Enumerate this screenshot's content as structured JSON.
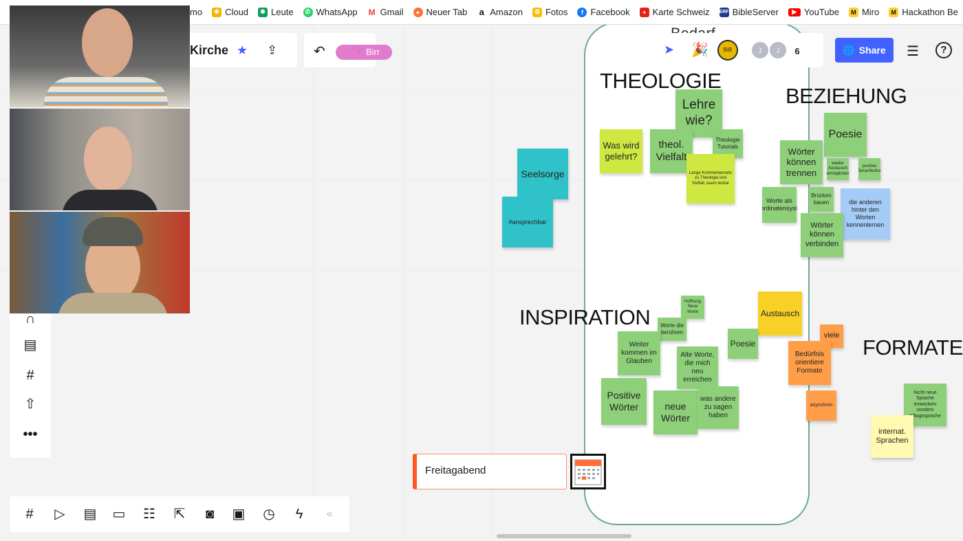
{
  "bookmarks": [
    {
      "label": "mo",
      "icon": "partial-icon",
      "color": "#777777"
    },
    {
      "label": "Cloud",
      "icon": "pinwheel-icon",
      "color": "#f4b400"
    },
    {
      "label": "Leute",
      "icon": "pinwheel-icon",
      "color": "#0f9d58"
    },
    {
      "label": "WhatsApp",
      "icon": "whatsapp-icon",
      "color": "#25d366"
    },
    {
      "label": "Gmail",
      "icon": "gmail-icon",
      "color": "#ea4335"
    },
    {
      "label": "Neuer Tab",
      "icon": "firefox-icon",
      "color": "#ff7139"
    },
    {
      "label": "Amazon",
      "icon": "amazon-icon",
      "color": "#111111"
    },
    {
      "label": "Fotos",
      "icon": "photos-icon",
      "color": "#fbbc04"
    },
    {
      "label": "Facebook",
      "icon": "facebook-icon",
      "color": "#1877f2"
    },
    {
      "label": "Karte Schweiz",
      "icon": "swiss-icon",
      "color": "#e2231a"
    },
    {
      "label": "BibleServer",
      "icon": "erf-icon",
      "color": "#1f3a8a"
    },
    {
      "label": "YouTube",
      "icon": "youtube-icon",
      "color": "#ff0000"
    },
    {
      "label": "Miro",
      "icon": "miro-icon",
      "color": "#ffd02f"
    },
    {
      "label": "Hackathon Be",
      "icon": "miro-icon",
      "color": "#ffd02f"
    }
  ],
  "board": {
    "title": "Kirche",
    "cursor_label": "Birr",
    "frame_title": "Bedarf",
    "collaborator_initials": [
      "J",
      "J"
    ],
    "collaborator_count": "6",
    "share_label": "Share",
    "brand_color": "#4262ff"
  },
  "headings": {
    "theologie": "THEOLOGIE",
    "beziehung": "BEZIEHUNG",
    "inspiration": "INSPIRATION",
    "formate": "FORMATE"
  },
  "notes": {
    "seelsorge": "Seelsorge",
    "ansprechbar": "#ansprechbar",
    "lehre": "Lehre wie?",
    "was_wird": "Was wird gelehrt?",
    "vielfalt": "theol. Vielfalt",
    "tutorials": "Theologie Tutorials",
    "yellow_small": "Lange Kommentarnotiz zu Theologie und Vielfalt, kaum lesbar",
    "poesie_b": "Poesie",
    "woerter_trennen": "Wörter können trennen",
    "austausch_small": "wieder Austausch ermöglichen",
    "sprache_small": "positive Sprachkultur",
    "worte_koord": "Worte als Koordinatensystem",
    "bruecken": "Brücken bauen",
    "andere": "die anderen hinter den Worten kennenlernen",
    "verbinden": "Wörter können verbinden",
    "austausch": "Austausch",
    "neue_tiny": "Hoffnung Neue Worte",
    "worte_beruehren": "Worte die berühren",
    "poesie_i": "Poesie",
    "weiter": "Weiter kommen im Glauben",
    "alte_worte": "Alte Worte, die mich neu erreichen",
    "viele": "viele",
    "beduerfnis": "Bedürfnis orientiere Formate",
    "positive": "Positive Wörter",
    "neue": "neue Wörter",
    "was_andere": "was andere zu sagen haben",
    "asynchron": "asynchron",
    "nicht_neue": "Nicht neue Sprache entwickeln sondern Alltagssprache",
    "internat": "internat. Sprachen"
  },
  "card": {
    "label": "Freitagabend"
  },
  "left_toolbar": [
    "lasso-icon",
    "comment-icon",
    "frame-icon",
    "upload-icon",
    "more-icon"
  ],
  "bottom_toolbar": [
    "frames-icon",
    "presentation-icon",
    "comments-icon",
    "chat-icon",
    "cards-icon",
    "share-screen-icon",
    "video-record-icon",
    "video-call-icon",
    "timer-icon",
    "activity-icon",
    "collapse-icon"
  ],
  "colors": {
    "green_note": "#8ed07a",
    "teal_note": "#2fc3c9",
    "yellow_note": "#f7d126",
    "orange_note": "#ff9d48",
    "blue_note": "#a5ccf7",
    "frame_border": "#6aa89c"
  }
}
